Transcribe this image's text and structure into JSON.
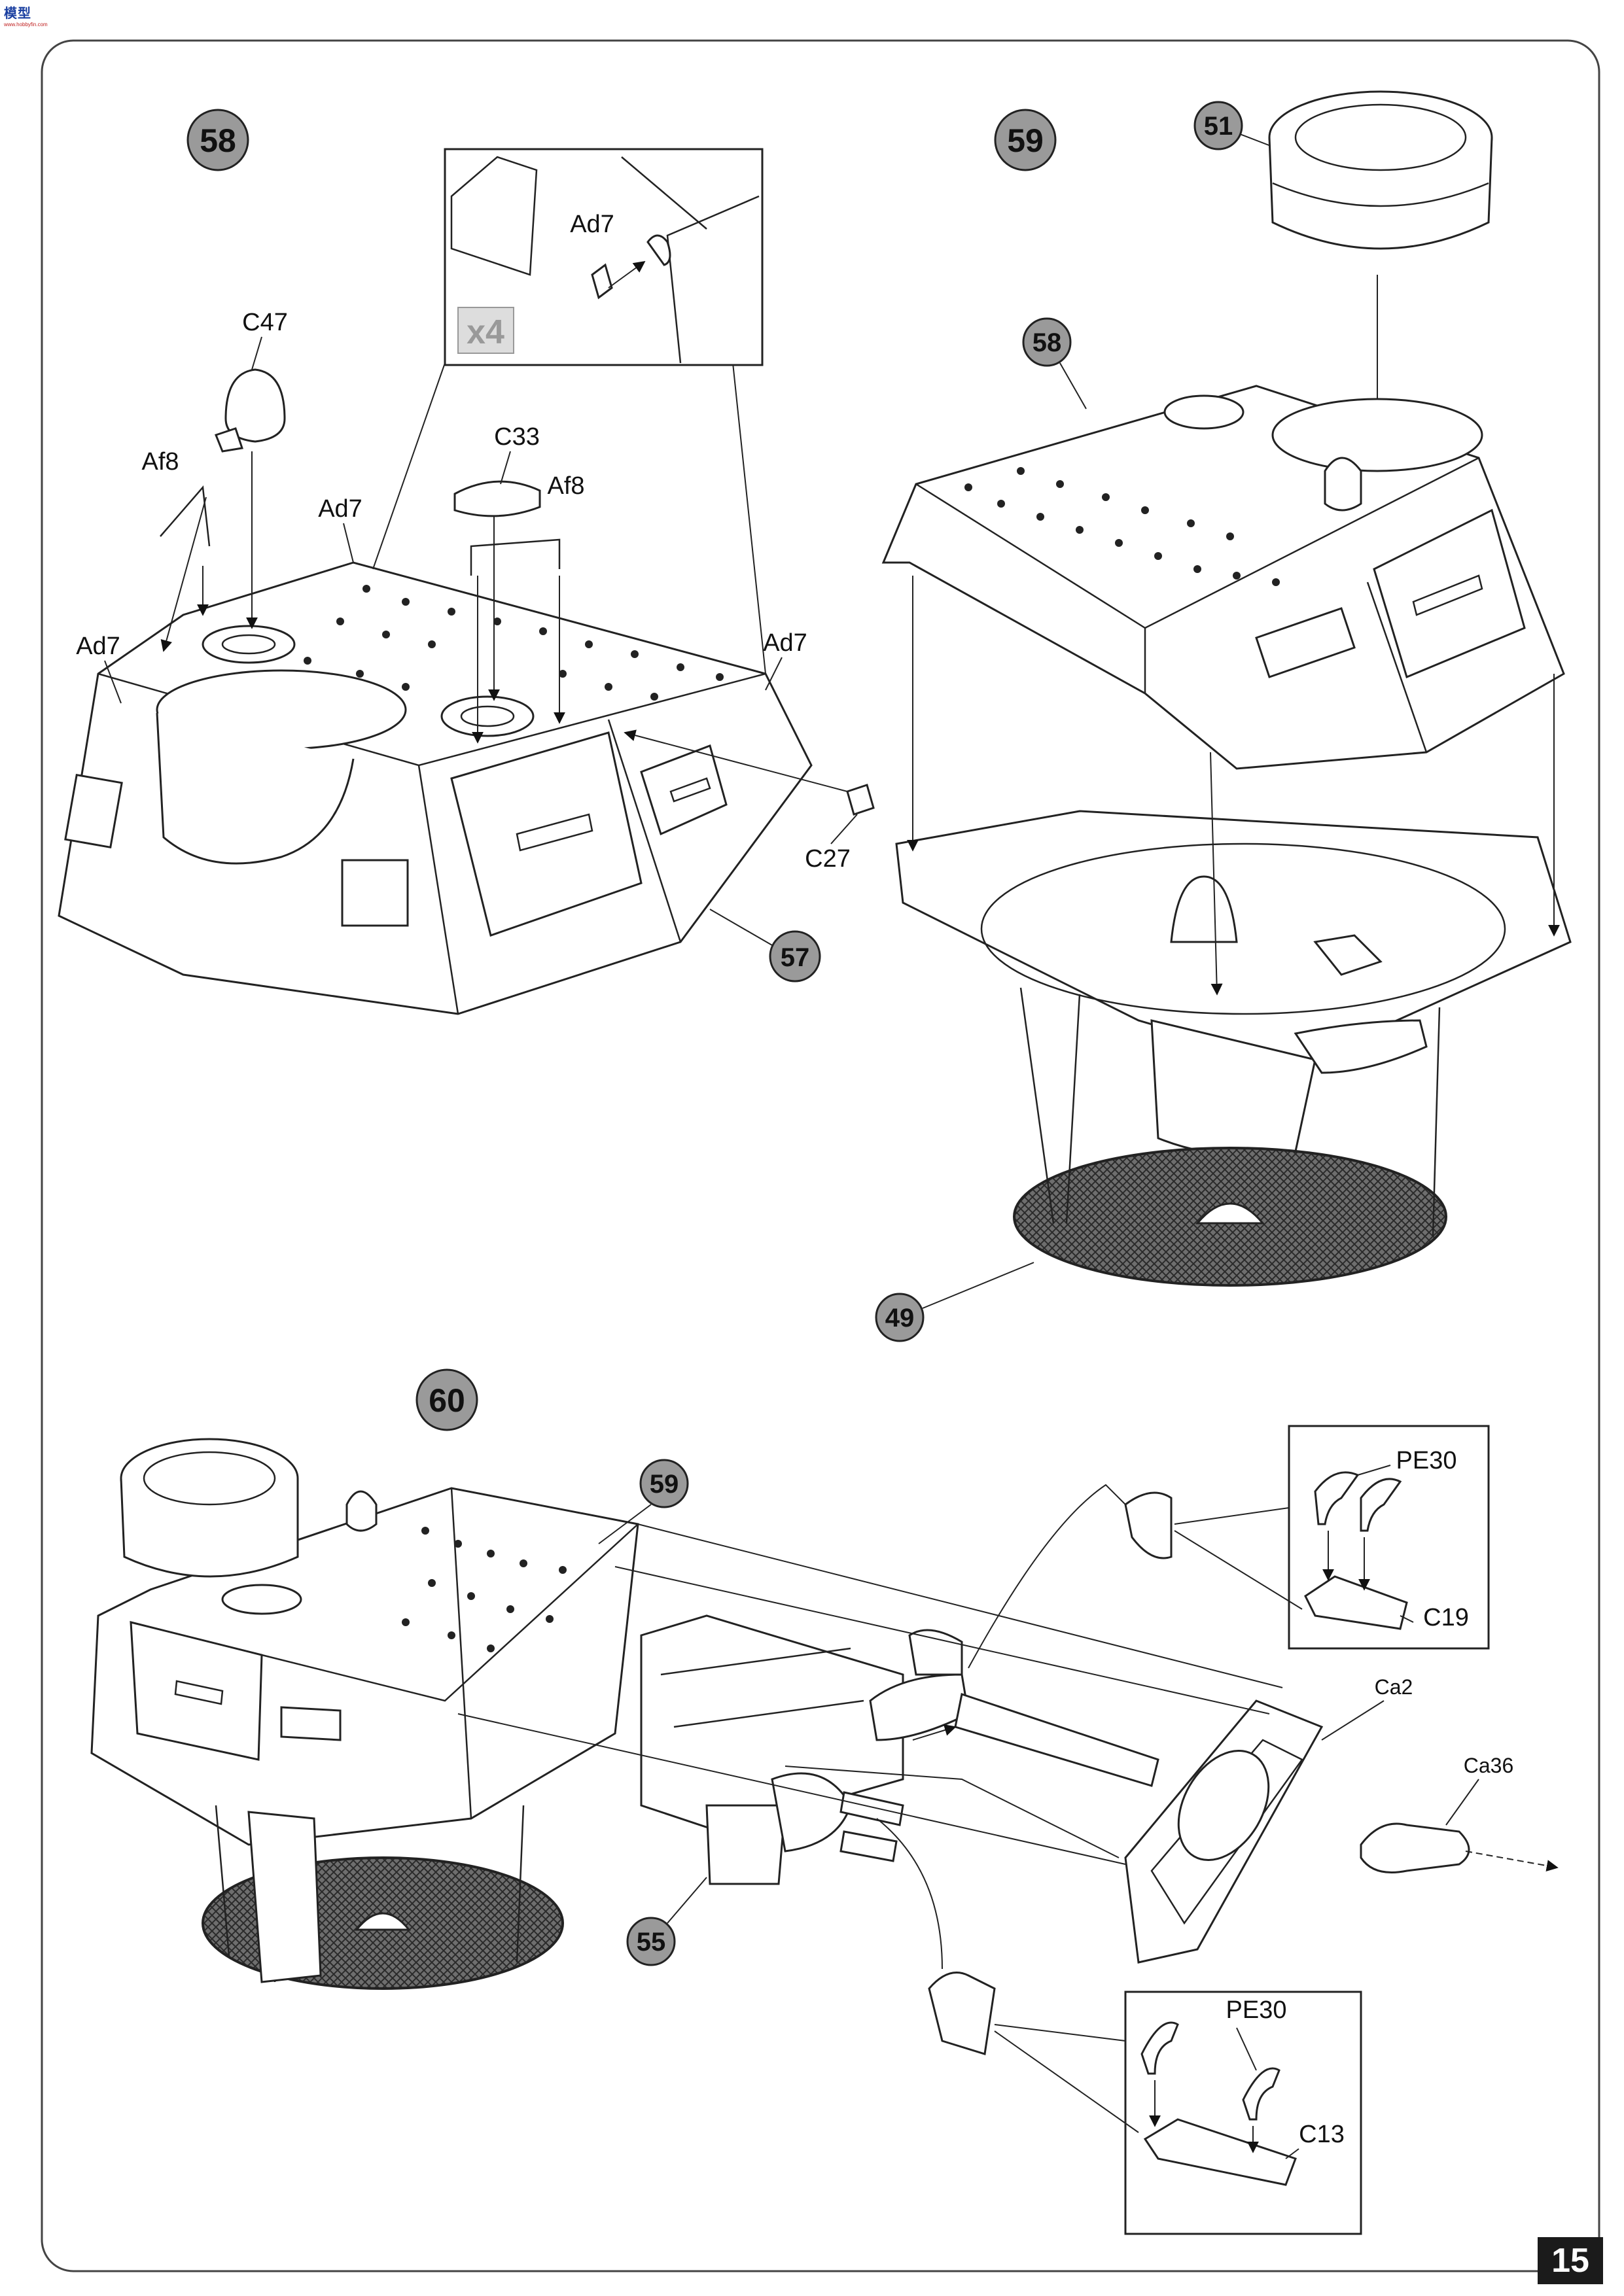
{
  "logo": {
    "text": "模型",
    "subtext": "www.hobbyfin.com"
  },
  "page_number": "15",
  "steps": [
    {
      "number": "58",
      "labels": [
        "C47",
        "Af8",
        "Ad7",
        "Ad7",
        "Ad7",
        "C33",
        "Af8",
        "Ad7",
        "C27"
      ],
      "part_refs": [
        "57"
      ],
      "inset": {
        "label": "Ad7",
        "multiplier": "x4"
      }
    },
    {
      "number": "59",
      "part_refs": [
        "51",
        "58",
        "49"
      ]
    },
    {
      "number": "60",
      "part_refs": [
        "59",
        "55"
      ],
      "labels": [
        "Ca2",
        "Ca36"
      ],
      "insets": [
        {
          "labels": [
            "PE30",
            "C19"
          ]
        },
        {
          "labels": [
            "PE30",
            "C13"
          ]
        }
      ]
    }
  ]
}
